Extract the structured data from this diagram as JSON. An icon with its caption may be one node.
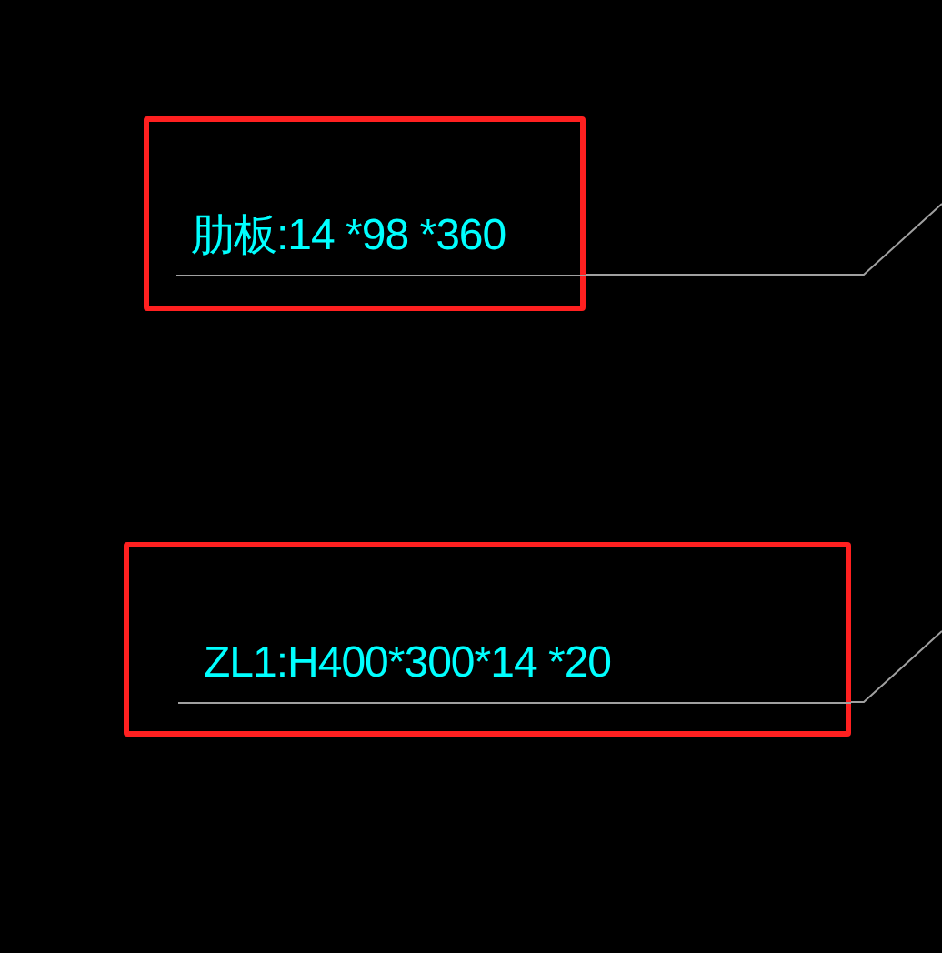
{
  "diagram": {
    "nodes": [
      {
        "text": [
          "肋板:14 *98 *360"
        ]
      },
      {
        "text": [
          "ZL1:H400*300*14 *20"
        ]
      }
    ],
    "edges": [
      {
        "from": 0,
        "to": null,
        "arrow": "none"
      },
      {
        "from": 1,
        "to": null,
        "arrow": "none"
      }
    ]
  }
}
